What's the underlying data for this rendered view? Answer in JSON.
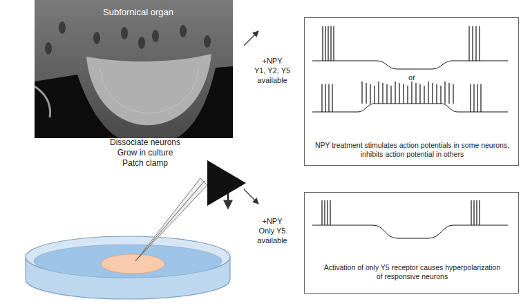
{
  "diagram": {
    "nodes": [
      {
        "text": [
          "Subfornical organ"
        ]
      },
      {
        "text": [
          "or",
          "NPY treatment stimulates action potentials in some neurons, inhibits action potential in others"
        ]
      },
      {
        "text": [
          "Activation of only Y5 receptor causes hyperpolarization of responsive neurons"
        ]
      }
    ],
    "labels": [
      "Dissociate neurons",
      "Grow in culture",
      "Patch clamp",
      "+NPY",
      "Y1, Y2, Y5",
      "available",
      "+NPY",
      "Only Y5",
      "available"
    ]
  }
}
